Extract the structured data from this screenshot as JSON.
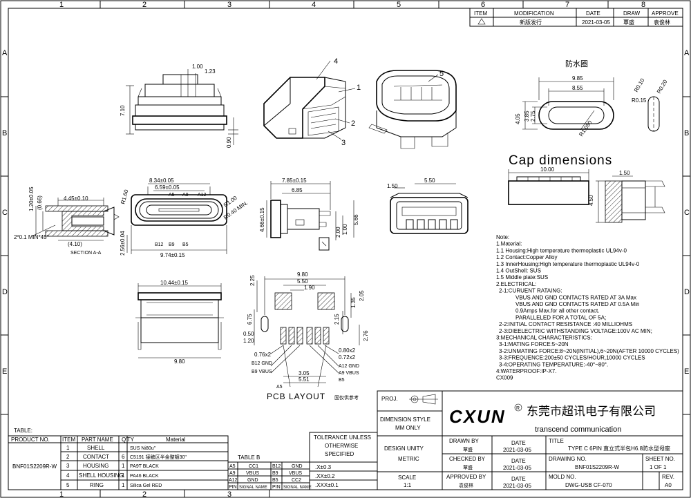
{
  "grid": {
    "cols": [
      "1",
      "2",
      "3",
      "4",
      "5",
      "6",
      "7",
      "8"
    ],
    "rows": [
      "A",
      "B",
      "C",
      "D",
      "E"
    ]
  },
  "revision": {
    "headers": [
      "ITEM",
      "MODIFICATION",
      "DATE",
      "DRAW",
      "APPROVE"
    ],
    "row": {
      "item": "",
      "modification": "新版发行",
      "date": "2021-03-05",
      "draw": "覃盛",
      "approve": "袁俊林"
    }
  },
  "views": {
    "front_dims": [
      "1.00",
      "1.23",
      "7.10",
      "0.90"
    ],
    "callouts": [
      "1",
      "2",
      "3",
      "4",
      "5"
    ],
    "waterproof_ring": {
      "title": "防水圈",
      "dims": [
        "9.85",
        "8.55",
        "4.05",
        "3.85",
        "2.75",
        "R1.050",
        "R0.10",
        "R0.20",
        "R0.15"
      ]
    },
    "cap_title": "Cap dimensions",
    "cap_dims": [
      "10.00",
      "4.50",
      "1.50"
    ],
    "section": {
      "label": "SECTION A-A",
      "dims": [
        "4.45±0.10",
        "1.20±0.05",
        "(0.66)",
        "2*0.1 MIN*45°",
        "(4.10)"
      ]
    },
    "top_view": {
      "dims": [
        "8.34±0.05",
        "6.59±0.05",
        "A5",
        "A9",
        "A12",
        "R1.60",
        "R1.00",
        "R0.40 MIN.",
        "B12",
        "B9",
        "B5",
        "2.56±0.04",
        "9.74±0.15"
      ]
    },
    "side_view": {
      "dims": [
        "7.85±0.15",
        "6.85",
        "4.66±0.15",
        "2.00",
        "1.00",
        "5.66"
      ]
    },
    "end_view": {
      "dims": [
        "1.50",
        "5.50"
      ]
    },
    "bottom_view": {
      "dims": [
        "10.44±0.15",
        "9.80"
      ]
    },
    "pcb": {
      "title": "PCB LAYOUT",
      "note": "固仅供参考",
      "dims": [
        "9.80",
        "5.50",
        "2.25",
        "1.90",
        "2.15",
        "1.35",
        "2.05",
        "6.75",
        "0.50",
        "1.20",
        "2.76",
        "0.76x2",
        "0.80x2",
        "0.72x2",
        "3.05",
        "5.51"
      ],
      "pins": [
        "B12 GND",
        "B9 VBUS",
        "A9 VBUS",
        "A12 GND",
        "B5",
        "A5"
      ]
    }
  },
  "notes": [
    "Note:",
    "1.Material:",
    "1.1 Housing:High temperature thermoplastic UL94v-0",
    "1.2 Contact:Copper Alloy",
    "1.3 InnerHousing:High temperature thermoplastic UL94v-0",
    "1.4 OutShell: SUS",
    "1.5 Middle plate:SUS",
    "2.ELECTRICAL:",
    "2-1:CURUENT RATAING:",
    "VBUS AND GND CONTACTS RATED AT 3A Max",
    "VBUS AND GND CONTACTS RATED AT 0.5A Min",
    "0.9Amps Max.for all other contact.",
    "PARALLELED FOR A TOTAL OF 5A;",
    "2-2:INITIAL CONTACT RESISTANCE :40 MILLIOHMS",
    "2-3:DIEELECTRIC WITHSTANDING VOLTAGE:100V AC MIN;",
    "3:MECHANICAL CHARACTERISTICS:",
    "3-1:MATING FORCE:5~20N",
    "3-2:UNMATING FORCE:8~20N(INITIAL),6~20N(AFTER 10000 CYCLES)",
    "3-3:FREQUENCE:200±50 CYCLES/HOUR,10000 CYCLES",
    "3-4:OPERATING TEMPERATURE:-40°~80°.",
    "4:WATERPROOF:IP-X7.",
    "CX009"
  ],
  "bom": {
    "table_label": "TABLE:",
    "headers": [
      "PRODUCT NO.",
      "ITEM",
      "PART NAME",
      "Q'TY",
      "Material"
    ],
    "product_no": "BNF01S2209R-W",
    "rows": [
      {
        "item": "1",
        "name": "SHELL",
        "qty": "",
        "material": "SUS Ni80u\""
      },
      {
        "item": "2",
        "name": "CONTACT",
        "qty": "6",
        "material": "C5191 接触区半金整镀30\""
      },
      {
        "item": "3",
        "name": "HOUSING",
        "qty": "1",
        "material": "PA9T BLACK"
      },
      {
        "item": "4",
        "name": "SHELL HOUSING",
        "qty": "1",
        "material": "PA46 BLACK"
      },
      {
        "item": "5",
        "name": "RING",
        "qty": "1",
        "material": "Silica Gel RED"
      }
    ]
  },
  "table_b": {
    "label": "TABLE B",
    "rows": [
      [
        "A5",
        "CC1",
        "B12",
        "GND"
      ],
      [
        "A9",
        "VBUS",
        "B9",
        "VBUS"
      ],
      [
        "A12",
        "GND",
        "B5",
        "CC2"
      ],
      [
        "PIN",
        "SIGNAL NAME",
        "PIN",
        "SIGNAL NAME"
      ]
    ]
  },
  "tolerance": {
    "title": [
      "TOLERANCE UNLESS",
      "OTHERWISE",
      "SPECIFIED"
    ],
    "rows": [
      ".X±0.3",
      ".XX±0.2",
      ".XXX±0.1"
    ]
  },
  "title_block": {
    "proj": "PROJ.",
    "dimension_style_label": "DIMENSION STYLE",
    "dimension_style": "MM ONLY",
    "design_unity_label": "DESIGN UNITY",
    "design_unity": "METRIC",
    "scale_label": "SCALE",
    "scale": "1:1",
    "logo": "CXUN",
    "registered": "R",
    "company_cn": "东莞市超讯电子有限公司",
    "company_en": "transcend communication",
    "drawn_by_label": "DRAWN BY",
    "drawn_by": "覃盛",
    "checked_by_label": "CHECKED BY",
    "checked_by": "覃盛",
    "approved_by_label": "APPROVED BY",
    "approved_by": "袁俊林",
    "date_label": "DATE",
    "date": "2021-03-05",
    "title_label": "TITLE",
    "title": "TYPE C 6PIN 直立式半包H6.8防水型母座",
    "drawing_no_label": "DRAWING NO.",
    "drawing_no": "BNF01S2209R-W",
    "mold_no_label": "MOLD NO.",
    "mold_no": "DWG-USB CF-070",
    "sheet_no_label": "SHEET NO.",
    "sheet_no": "1 OF 1",
    "rev_label": "REV.",
    "rev": "A0"
  }
}
